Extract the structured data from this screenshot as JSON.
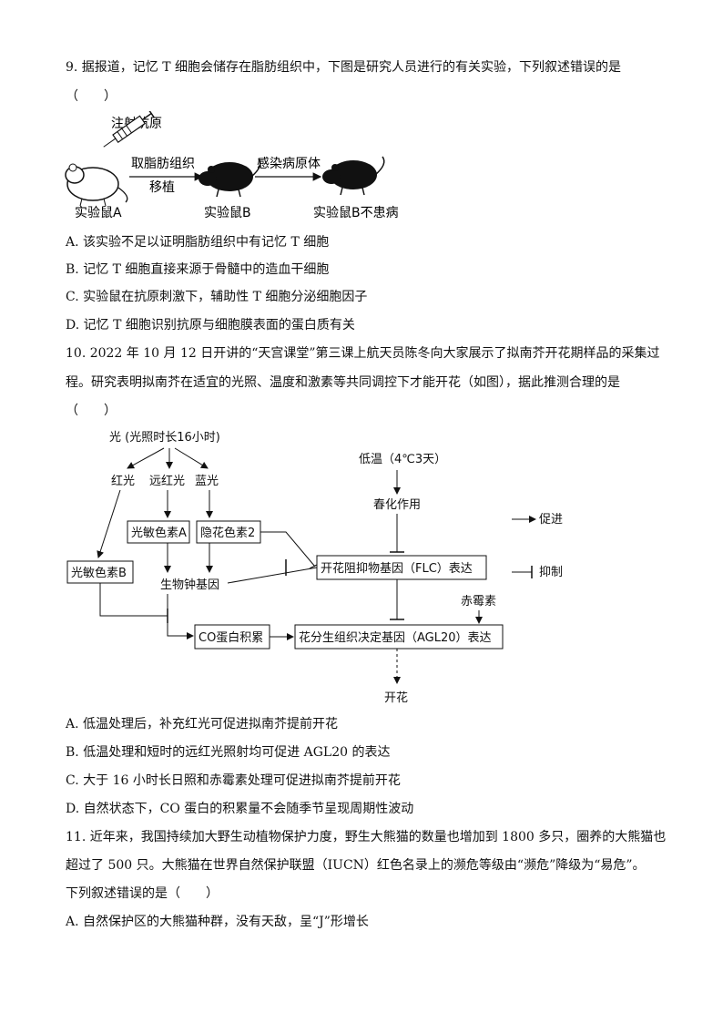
{
  "q9": {
    "stem": "9. 据报道，记忆 T 细胞会储存在脂肪组织中，下图是研究人员进行的有关实验，下列叙述错误的是",
    "blank": "（　　）",
    "figure": {
      "inject_label": "注射抗原",
      "arrow1_top": "取脂肪组织",
      "arrow1_bottom": "移植",
      "arrow2_top": "感染病原体",
      "mouse_a": "实验鼠A",
      "mouse_b": "实验鼠B",
      "mouse_b_result": "实验鼠B不患病"
    },
    "options": [
      "A. 该实验不足以证明脂肪组织中有记忆 T 细胞",
      "B. 记忆 T 细胞直接来源于骨髓中的造血干细胞",
      "C. 实验鼠在抗原刺激下，辅助性 T 细胞分泌细胞因子",
      "D. 记忆 T 细胞识别抗原与细胞膜表面的蛋白质有关"
    ]
  },
  "q10": {
    "stem_line1": "10. 2022 年 10 月 12 日开讲的“天宫课堂”第三课上航天员陈冬向大家展示了拟南芥开花期样品的采集过",
    "stem_line2": "程。研究表明拟南芥在适宜的光照、温度和激素等共同调控下才能开花（如图），据此推测合理的是",
    "blank": "（　　）",
    "figure": {
      "light": "光 (光照时长16小时)",
      "red": "红光",
      "far_red": "远红光",
      "blue": "蓝光",
      "pigment_a": "光敏色素A",
      "crypto2": "隐花色素2",
      "pigment_b": "光敏色素B",
      "clock_gene": "生物钟基因",
      "low_temp": "低温（4℃3天）",
      "vernalization": "春化作用",
      "flc": "开花阻抑物基因（FLC）表达",
      "gibberellin": "赤霉素",
      "co": "CO蛋白积累",
      "agl20": "花分生组织决定基因（AGL20）表达",
      "flowering": "开花",
      "legend_promote": "促进",
      "legend_inhibit": "抑制"
    },
    "options": [
      "A. 低温处理后，补充红光可促进拟南芥提前开花",
      "B. 低温处理和短时的远红光照射均可促进 AGL20 的表达",
      "C. 大于 16 小时长日照和赤霉素处理可促进拟南芥提前开花",
      "D. 自然状态下，CO 蛋白的积累量不会随季节呈现周期性波动"
    ]
  },
  "q11": {
    "stem_line1": "11. 近年来，我国持续加大野生动植物保护力度，野生大熊猫的数量也增加到 1800 多只，圈养的大熊猫也",
    "stem_line2": "超过了 500 只。大熊猫在世界自然保护联盟（IUCN）红色名录上的濒危等级由“濒危”降级为“易危”。",
    "stem_line3": "下列叙述错误的是（　　）",
    "options": [
      "A. 自然保护区的大熊猫种群，没有天敌，呈“J”形增长"
    ]
  }
}
